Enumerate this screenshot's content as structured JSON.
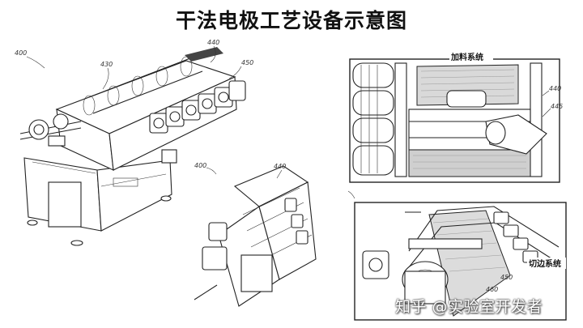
{
  "title": "干法电极工艺设备示意图",
  "labels": {
    "ref_400_main": "400",
    "ref_440_main": "440",
    "ref_450_main": "450",
    "ref_430_main": "430",
    "ref_400_small": "400",
    "ref_440_small": "440",
    "ref_445": "445",
    "ref_450_right": "450",
    "ref_460": "460",
    "feeding_system": "加料系统",
    "edge_cutting_system": "切边系统"
  },
  "watermark": "知乎 @实验室开发者"
}
